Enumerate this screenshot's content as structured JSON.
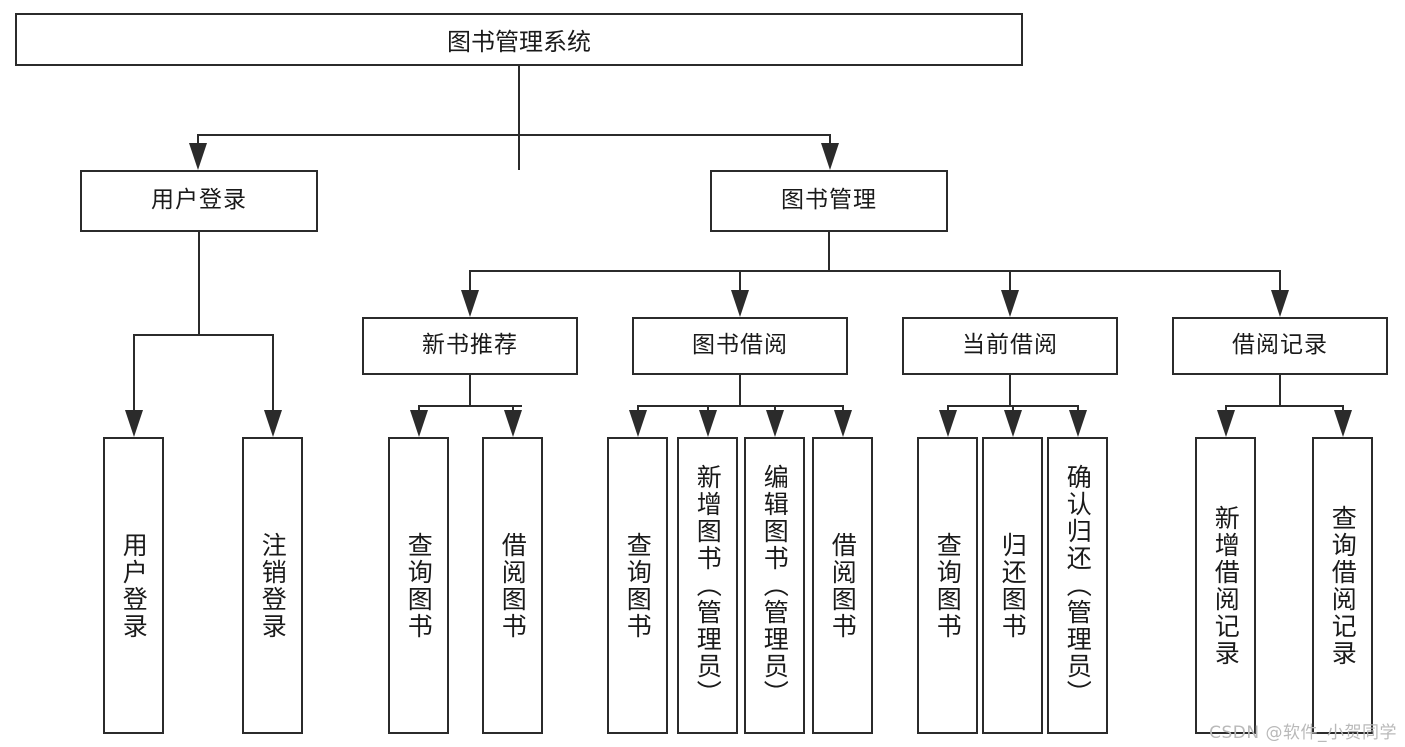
{
  "diagram": {
    "title_node": {
      "label": "图书管理系统"
    },
    "level2": [
      {
        "id": "user-login",
        "label": "用户登录"
      },
      {
        "id": "book-management",
        "label": "图书管理"
      }
    ],
    "level3": [
      {
        "id": "new-book-recommend",
        "label": "新书推荐"
      },
      {
        "id": "book-borrow",
        "label": "图书借阅"
      },
      {
        "id": "current-borrow",
        "label": "当前借阅"
      },
      {
        "id": "borrow-record",
        "label": "借阅记录"
      }
    ],
    "leaves": {
      "user_login": [
        {
          "id": "leaf-user-login",
          "label": "用户登录"
        },
        {
          "id": "leaf-logout-login",
          "label": "注销登录"
        }
      ],
      "new_book_recommend": [
        {
          "id": "leaf-query-book-1",
          "label": "查询图书"
        },
        {
          "id": "leaf-borrow-book-1",
          "label": "借阅图书"
        }
      ],
      "book_borrow": [
        {
          "id": "leaf-query-book-2",
          "label": "查询图书"
        },
        {
          "id": "leaf-add-book",
          "label": "新增图书（管理员）"
        },
        {
          "id": "leaf-edit-book",
          "label": "编辑图书（管理员）"
        },
        {
          "id": "leaf-borrow-book-2",
          "label": "借阅图书"
        }
      ],
      "current_borrow": [
        {
          "id": "leaf-query-book-3",
          "label": "查询图书"
        },
        {
          "id": "leaf-return-book",
          "label": "归还图书"
        },
        {
          "id": "leaf-confirm-return",
          "label": "确认归还（管理员）"
        }
      ],
      "borrow_record": [
        {
          "id": "leaf-add-borrow-record",
          "label": "新增借阅记录"
        },
        {
          "id": "leaf-query-borrow-record",
          "label": "查询借阅记录"
        }
      ]
    },
    "watermark": "CSDN @软件_小贺同学",
    "colors": {
      "stroke": "#2b2b2b",
      "fill": "#ffffff",
      "text": "#1a1a1a",
      "watermark": "#b9b9b9"
    }
  }
}
